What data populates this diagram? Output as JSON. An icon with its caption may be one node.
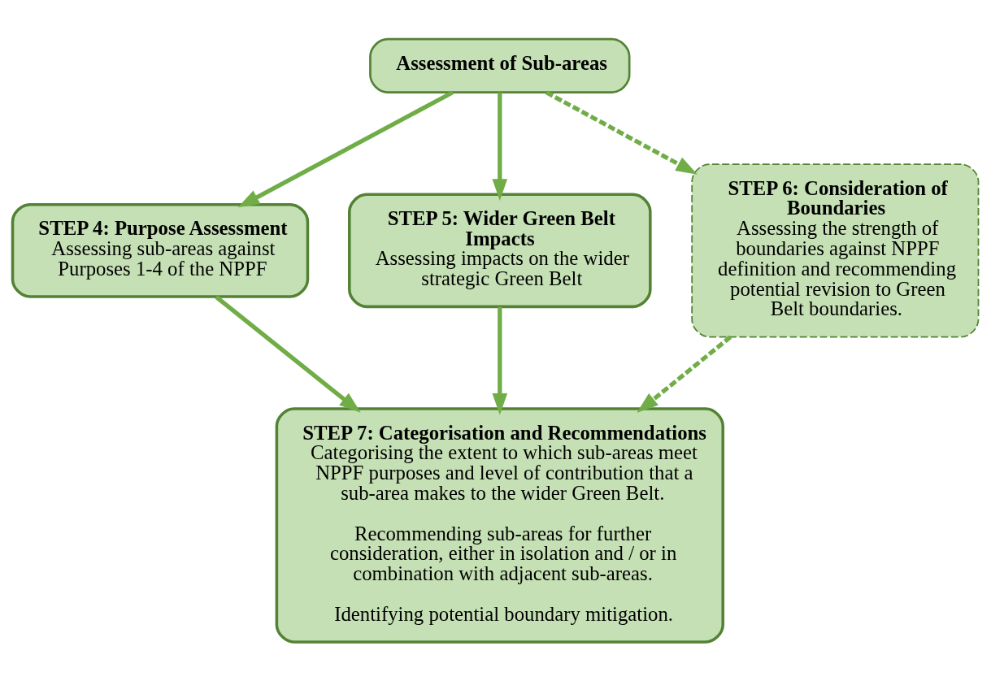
{
  "diagram": {
    "nodes": [
      {
        "text": [
          "Assessment of Sub-areas"
        ]
      },
      {
        "text": [
          "STEP 4: Purpose Assessment",
          "Assessing sub-areas against Purposes 1-4 of the NPPF"
        ]
      },
      {
        "text": [
          "STEP 5: Wider Green Belt Impacts",
          "Assessing impacts on the wider strategic Green Belt"
        ]
      },
      {
        "text": [
          "STEP 6: Consideration of Boundaries",
          "Assessing the strength of boundaries against NPPF definition and recommending potential revision to Green Belt boundaries."
        ]
      },
      {
        "text": [
          "STEP 7: Categorisation and Recommendations",
          "Categorising the extent to which sub-areas meet NPPF purposes and level of contribution that a sub-area makes to the wider Green Belt.",
          "Recommending sub-areas for further consideration, either in isolation and / or in combination with adjacent sub-areas.",
          "Identifying potential boundary mitigation."
        ]
      }
    ],
    "edges": [
      {
        "from": 0,
        "to": 1,
        "arrow": "to"
      },
      {
        "from": 0,
        "to": 2,
        "arrow": "to"
      },
      {
        "from": 0,
        "to": 3,
        "arrow": "to",
        "style": "dashed"
      },
      {
        "from": 1,
        "to": 4,
        "arrow": "to"
      },
      {
        "from": 2,
        "to": 4,
        "arrow": "to"
      },
      {
        "from": 3,
        "to": 4,
        "arrow": "to",
        "style": "dashed"
      }
    ]
  }
}
